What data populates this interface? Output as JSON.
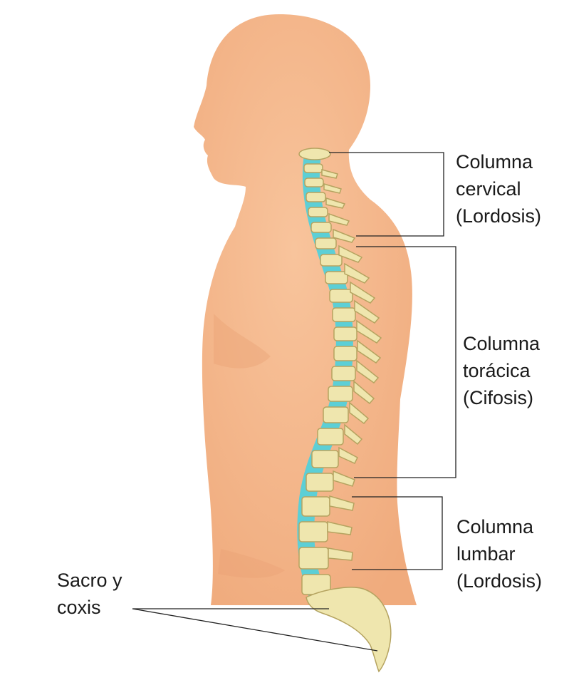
{
  "labels": {
    "cervical": {
      "line1": "Columna",
      "line2": "cervical",
      "line3": "(Lordosis)"
    },
    "toracica": {
      "line1": "Columna",
      "line2": "torácica",
      "line3": "(Cifosis)"
    },
    "lumbar": {
      "line1": "Columna",
      "line2": "lumbar",
      "line3": "(Lordosis)"
    },
    "sacro": {
      "line1": "Sacro y",
      "line2": "coxis"
    }
  },
  "colors": {
    "skin": "#f4b58a",
    "skin_shadow": "#e9a072",
    "bone": "#efe6ae",
    "bone_outline": "#b5a360",
    "disc": "#5ccfd6",
    "leader_line": "#222222"
  }
}
